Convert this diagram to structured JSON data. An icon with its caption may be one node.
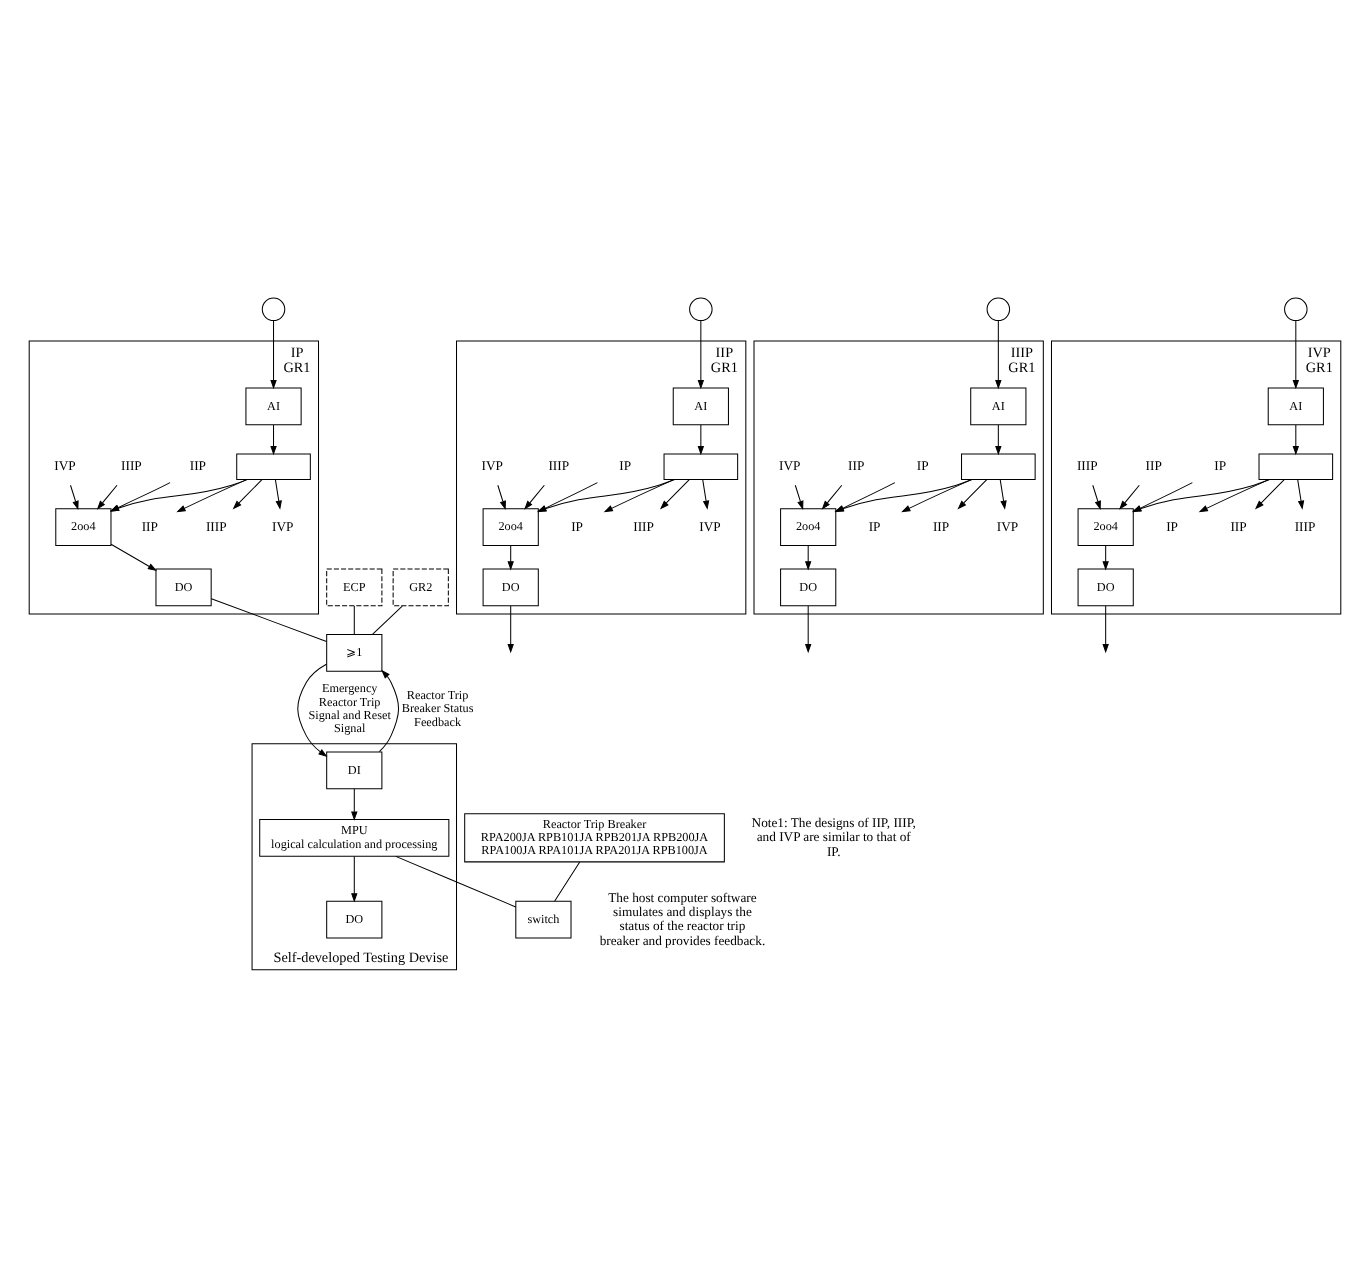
{
  "diagram": {
    "nodes": [
      {
        "text": [],
        "shape": "circle"
      },
      {
        "text": [
          "IP",
          "GR1"
        ]
      },
      {
        "text": [
          "AI"
        ],
        "in": 1
      },
      {
        "text": [],
        "shape": "box",
        "in": 1
      },
      {
        "text": [
          "IIP"
        ],
        "in": 1
      },
      {
        "text": [
          "IIIP"
        ],
        "in": 1
      },
      {
        "text": [
          "IVP"
        ],
        "in": 1
      },
      {
        "text": [
          "IIP"
        ],
        "in": 1
      },
      {
        "text": [
          "IIIP"
        ],
        "in": 1
      },
      {
        "text": [
          "IVP"
        ],
        "in": 1
      },
      {
        "text": [
          "2oo4"
        ],
        "in": 1
      },
      {
        "text": [
          "DO"
        ],
        "in": 1
      },
      {
        "text": [],
        "shape": "circle"
      },
      {
        "text": [
          "IIP",
          "GR1"
        ]
      },
      {
        "text": [
          "AI"
        ],
        "in": 13
      },
      {
        "text": [],
        "shape": "box",
        "in": 13
      },
      {
        "text": [
          "IP"
        ],
        "in": 13
      },
      {
        "text": [
          "IIIP"
        ],
        "in": 13
      },
      {
        "text": [
          "IVP"
        ],
        "in": 13
      },
      {
        "text": [
          "IP"
        ],
        "in": 13
      },
      {
        "text": [
          "IIIP"
        ],
        "in": 13
      },
      {
        "text": [
          "IVP"
        ],
        "in": 13
      },
      {
        "text": [
          "2oo4"
        ],
        "in": 13
      },
      {
        "text": [
          "DO"
        ],
        "in": 13
      },
      {
        "text": [],
        "shape": "circle"
      },
      {
        "text": [
          "IIIP",
          "GR1"
        ]
      },
      {
        "text": [
          "AI"
        ],
        "in": 25
      },
      {
        "text": [],
        "shape": "box",
        "in": 25
      },
      {
        "text": [
          "IP"
        ],
        "in": 25
      },
      {
        "text": [
          "IIP"
        ],
        "in": 25
      },
      {
        "text": [
          "IVP"
        ],
        "in": 25
      },
      {
        "text": [
          "IP"
        ],
        "in": 25
      },
      {
        "text": [
          "IIP"
        ],
        "in": 25
      },
      {
        "text": [
          "IVP"
        ],
        "in": 25
      },
      {
        "text": [
          "2oo4"
        ],
        "in": 25
      },
      {
        "text": [
          "DO"
        ],
        "in": 25
      },
      {
        "text": [],
        "shape": "circle"
      },
      {
        "text": [
          "IVP",
          "GR1"
        ]
      },
      {
        "text": [
          "AI"
        ],
        "in": 37
      },
      {
        "text": [],
        "shape": "box",
        "in": 37
      },
      {
        "text": [
          "IP"
        ],
        "in": 37
      },
      {
        "text": [
          "IIP"
        ],
        "in": 37
      },
      {
        "text": [
          "IIIP"
        ],
        "in": 37
      },
      {
        "text": [
          "IP"
        ],
        "in": 37
      },
      {
        "text": [
          "IIP"
        ],
        "in": 37
      },
      {
        "text": [
          "IIIP"
        ],
        "in": 37
      },
      {
        "text": [
          "2oo4"
        ],
        "in": 37
      },
      {
        "text": [
          "DO"
        ],
        "in": 37
      },
      {
        "text": [
          "ECP"
        ]
      },
      {
        "text": [
          "GR2"
        ]
      },
      {
        "text": [
          "⩾1"
        ]
      },
      {
        "text": [
          "Self-developed Testing Devise"
        ]
      },
      {
        "text": [
          "DI"
        ],
        "in": 51
      },
      {
        "text": [
          "MPU",
          "logical calculation and processing"
        ],
        "in": 51
      },
      {
        "text": [
          "DO"
        ],
        "in": 51
      },
      {
        "text": [
          "Reactor Trip Breaker",
          "RPA200JA RPB101JA RPB201JA RPB200JA",
          "RPA100JA RPA101JA RPA201JA RPB100JA"
        ]
      },
      {
        "text": [
          "switch"
        ]
      }
    ],
    "edges": [
      {
        "from": 0,
        "to": 2,
        "arrow": "to"
      },
      {
        "from": 2,
        "to": 3,
        "arrow": "to"
      },
      {
        "from": 3,
        "to": 4,
        "arrow": "to"
      },
      {
        "from": 3,
        "to": 5,
        "arrow": "to"
      },
      {
        "from": 3,
        "to": 6,
        "arrow": "to"
      },
      {
        "from": 3,
        "to": 10,
        "arrow": "to"
      },
      {
        "from": 7,
        "to": 10,
        "arrow": "to"
      },
      {
        "from": 8,
        "to": 10,
        "arrow": "to"
      },
      {
        "from": 9,
        "to": 10,
        "arrow": "to"
      },
      {
        "from": 10,
        "to": 11,
        "arrow": "to"
      },
      {
        "from": 12,
        "to": 14,
        "arrow": "to"
      },
      {
        "from": 14,
        "to": 15,
        "arrow": "to"
      },
      {
        "from": 15,
        "to": 16,
        "arrow": "to"
      },
      {
        "from": 15,
        "to": 17,
        "arrow": "to"
      },
      {
        "from": 15,
        "to": 18,
        "arrow": "to"
      },
      {
        "from": 15,
        "to": 22,
        "arrow": "to"
      },
      {
        "from": 19,
        "to": 22,
        "arrow": "to"
      },
      {
        "from": 20,
        "to": 22,
        "arrow": "to"
      },
      {
        "from": 21,
        "to": 22,
        "arrow": "to"
      },
      {
        "from": 22,
        "to": 23,
        "arrow": "to"
      },
      {
        "from": 24,
        "to": 26,
        "arrow": "to"
      },
      {
        "from": 26,
        "to": 27,
        "arrow": "to"
      },
      {
        "from": 27,
        "to": 28,
        "arrow": "to"
      },
      {
        "from": 27,
        "to": 29,
        "arrow": "to"
      },
      {
        "from": 27,
        "to": 30,
        "arrow": "to"
      },
      {
        "from": 27,
        "to": 34,
        "arrow": "to"
      },
      {
        "from": 31,
        "to": 34,
        "arrow": "to"
      },
      {
        "from": 32,
        "to": 34,
        "arrow": "to"
      },
      {
        "from": 33,
        "to": 34,
        "arrow": "to"
      },
      {
        "from": 34,
        "to": 35,
        "arrow": "to"
      },
      {
        "from": 36,
        "to": 38,
        "arrow": "to"
      },
      {
        "from": 38,
        "to": 39,
        "arrow": "to"
      },
      {
        "from": 39,
        "to": 40,
        "arrow": "to"
      },
      {
        "from": 39,
        "to": 41,
        "arrow": "to"
      },
      {
        "from": 39,
        "to": 42,
        "arrow": "to"
      },
      {
        "from": 39,
        "to": 46,
        "arrow": "to"
      },
      {
        "from": 43,
        "to": 46,
        "arrow": "to"
      },
      {
        "from": 44,
        "to": 46,
        "arrow": "to"
      },
      {
        "from": 45,
        "to": 46,
        "arrow": "to"
      },
      {
        "from": 46,
        "to": 47,
        "arrow": "to"
      },
      {
        "from": 11,
        "to": 50,
        "arrow": "none"
      },
      {
        "from": 23,
        "to": null,
        "arrow": "to"
      },
      {
        "from": 35,
        "to": null,
        "arrow": "to"
      },
      {
        "from": 47,
        "to": null,
        "arrow": "to"
      },
      {
        "from": 48,
        "to": 50,
        "arrow": "none"
      },
      {
        "from": 49,
        "to": 50,
        "arrow": "none"
      },
      {
        "from": 50,
        "to": 52,
        "arrow": "to",
        "label": "Emergency Reactor Trip Signal and Reset Signal"
      },
      {
        "from": 52,
        "to": 50,
        "arrow": "to",
        "label": "Reactor Trip Breaker Status Feedback"
      },
      {
        "from": 52,
        "to": 53,
        "arrow": "to"
      },
      {
        "from": 53,
        "to": 54,
        "arrow": "to"
      },
      {
        "from": 53,
        "to": 56,
        "arrow": "none"
      },
      {
        "from": 55,
        "to": 56,
        "arrow": "none"
      }
    ],
    "labels": [
      "Note1: The designs of IIP, IIIP, and IVP are similar to that of IP.",
      "The host computer software simulates and displays the status of the reactor trip breaker and provides feedback."
    ]
  }
}
